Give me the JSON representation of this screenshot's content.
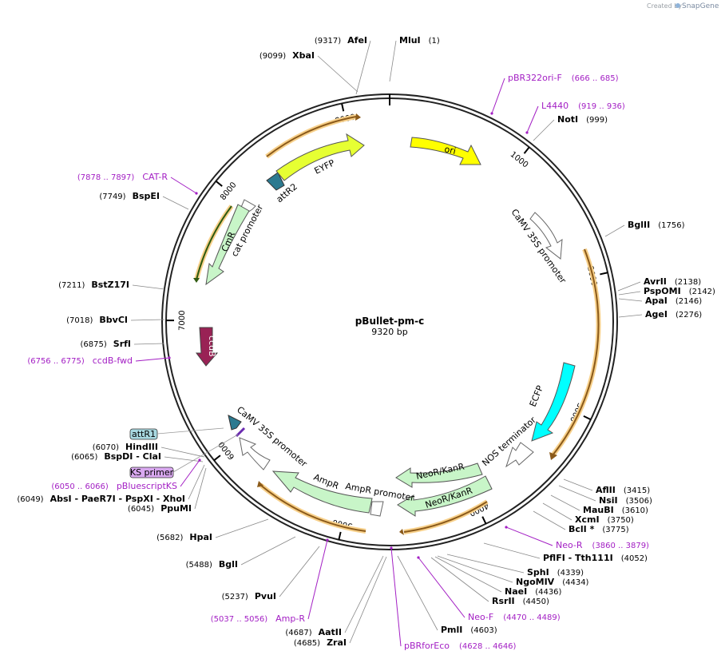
{
  "credit": {
    "text": "Created by",
    "brand": "SnapGene"
  },
  "plasmid": {
    "name": "pBullet-pm-c",
    "length_label": "9320 bp",
    "total_bp": 9320
  },
  "ticks": [
    {
      "bp": 1000,
      "label": "1000"
    },
    {
      "bp": 2000,
      "label": "2000"
    },
    {
      "bp": 3000,
      "label": "3000"
    },
    {
      "bp": 4000,
      "label": "4000"
    },
    {
      "bp": 5000,
      "label": "5000"
    },
    {
      "bp": 6000,
      "label": "6000"
    },
    {
      "bp": 7000,
      "label": "7000"
    },
    {
      "bp": 8000,
      "label": "8000"
    },
    {
      "bp": 9000,
      "label": "9000"
    }
  ],
  "sites": [
    {
      "name": "MluI",
      "pos": "(1)",
      "side": "right",
      "bp": 1
    },
    {
      "name": "AfeI",
      "pos": "(9317)",
      "side": "left",
      "bp": 9317
    },
    {
      "name": "XbaI",
      "pos": "(9099)",
      "side": "left",
      "bp": 9099
    },
    {
      "name": "NotI",
      "pos": "(999)",
      "side": "right",
      "bp": 999
    },
    {
      "name": "BglII",
      "pos": "(1756)",
      "side": "right",
      "bp": 1756
    },
    {
      "name": "AvrII",
      "pos": "(2138)",
      "side": "right",
      "bp": 2138
    },
    {
      "name": "PspOMI",
      "pos": "(2142)",
      "side": "right",
      "bp": 2142
    },
    {
      "name": "ApaI",
      "pos": "(2146)",
      "side": "right",
      "bp": 2146
    },
    {
      "name": "AgeI",
      "pos": "(2276)",
      "side": "right",
      "bp": 2276
    },
    {
      "name": "AflII",
      "pos": "(3415)",
      "side": "right",
      "bp": 3415
    },
    {
      "name": "NsiI",
      "pos": "(3506)",
      "side": "right",
      "bp": 3506
    },
    {
      "name": "MauBI",
      "pos": "(3610)",
      "side": "right",
      "bp": 3610
    },
    {
      "name": "XcmI",
      "pos": "(3750)",
      "side": "right",
      "bp": 3750
    },
    {
      "name": "BclI *",
      "pos": "(3775)",
      "side": "right",
      "bp": 3775
    },
    {
      "name": "PflFI - Tth111I",
      "pos": "(4052)",
      "side": "right",
      "bp": 4052
    },
    {
      "name": "SphI",
      "pos": "(4339)",
      "side": "right",
      "bp": 4339
    },
    {
      "name": "NgoMIV",
      "pos": "(4434)",
      "side": "right",
      "bp": 4434
    },
    {
      "name": "NaeI",
      "pos": "(4436)",
      "side": "right",
      "bp": 4436
    },
    {
      "name": "RsrII",
      "pos": "(4450)",
      "side": "right",
      "bp": 4450
    },
    {
      "name": "PmlI",
      "pos": "(4603)",
      "side": "right",
      "bp": 4603
    },
    {
      "name": "AatII",
      "pos": "(4687)",
      "side": "left",
      "bp": 4687
    },
    {
      "name": "ZraI",
      "pos": "(4685)",
      "side": "left",
      "bp": 4685
    },
    {
      "name": "PvuI",
      "pos": "(5237)",
      "side": "left",
      "bp": 5237
    },
    {
      "name": "BglI",
      "pos": "(5488)",
      "side": "left",
      "bp": 5488
    },
    {
      "name": "HpaI",
      "pos": "(5682)",
      "side": "left",
      "bp": 5682
    },
    {
      "name": "PpuMI",
      "pos": "(6045)",
      "side": "left",
      "bp": 6045
    },
    {
      "name": "AbsI - PaeR7I - PspXI - XhoI",
      "pos": "(6049)",
      "side": "left",
      "bp": 6049
    },
    {
      "name": "BspDI - ClaI",
      "pos": "(6065)",
      "side": "left",
      "bp": 6065
    },
    {
      "name": "HindIII",
      "pos": "(6070)",
      "side": "left",
      "bp": 6070
    },
    {
      "name": "SrfI",
      "pos": "(6875)",
      "side": "left",
      "bp": 6875
    },
    {
      "name": "BbvCI",
      "pos": "(7018)",
      "side": "left",
      "bp": 7018
    },
    {
      "name": "BstZ17I",
      "pos": "(7211)",
      "side": "left",
      "bp": 7211
    },
    {
      "name": "BspEI",
      "pos": "(7749)",
      "side": "left",
      "bp": 7749
    }
  ],
  "primers": [
    {
      "name": "pBR322ori-F",
      "pos": "(666 .. 685)",
      "side": "right"
    },
    {
      "name": "L4440",
      "pos": "(919 .. 936)",
      "side": "right"
    },
    {
      "name": "Neo-R",
      "pos": "(3860 .. 3879)",
      "side": "right"
    },
    {
      "name": "Neo-F",
      "pos": "(4470 .. 4489)",
      "side": "right"
    },
    {
      "name": "pBRforEco",
      "pos": "(4628 .. 4646)",
      "side": "right"
    },
    {
      "name": "Amp-R",
      "pos": "(5037 .. 5056)",
      "side": "left"
    },
    {
      "name": "pBluescriptKS",
      "pos": "(6050 .. 6066)",
      "side": "left"
    },
    {
      "name": "ccdB-fwd",
      "pos": "(6756 .. 6775)",
      "side": "left"
    },
    {
      "name": "CAT-R",
      "pos": "(7878 .. 7897)",
      "side": "left"
    }
  ],
  "boxed_labels": [
    {
      "name": "attR1",
      "fill": "#a8d8e0"
    },
    {
      "name": "KS primer",
      "fill": "#d9a8f0"
    }
  ],
  "features": [
    {
      "name": "ori",
      "color": "#ffff00"
    },
    {
      "name": "CaMV 35S promoter",
      "color": "#ffffff"
    },
    {
      "name": "ECFP",
      "color": "#00ffff"
    },
    {
      "name": "NOS terminator",
      "color": "#ffffff"
    },
    {
      "name": "NeoR/KanR",
      "color": "#c8f5c8"
    },
    {
      "name": "NeoR/KanR",
      "color": "#c8f5c8"
    },
    {
      "name": "AmpR promoter",
      "color": "#ffffff"
    },
    {
      "name": "AmpR",
      "color": "#c8f5c8"
    },
    {
      "name": "CaMV 35S promoter",
      "color": "#ffffff"
    },
    {
      "name": "ccdB",
      "color": "#992255"
    },
    {
      "name": "cat promoter",
      "color": "#ffffff"
    },
    {
      "name": "CmR",
      "color": "#c8f5c8"
    },
    {
      "name": "attR2",
      "color": "#2c7a90"
    },
    {
      "name": "EYFP",
      "color": "#e6ff33"
    }
  ],
  "colors": {
    "primer": "#a31fc4",
    "orf_arc": "#8b5a1a",
    "orf_halo": "#f7d08a",
    "backbone": "#222222"
  }
}
